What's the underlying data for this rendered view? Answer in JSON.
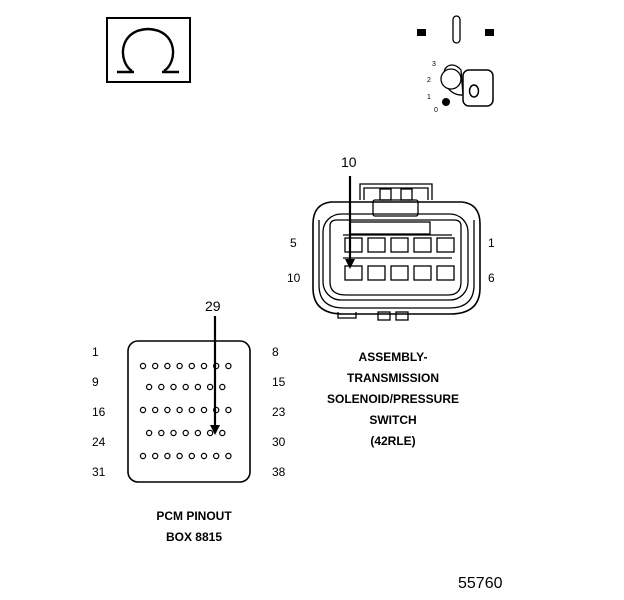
{
  "ground_symbol": {
    "icon": "omega-ground-icon"
  },
  "ignition": {
    "icon": "ignition-key-icon",
    "positions": [
      "3",
      "2",
      "1",
      "0"
    ]
  },
  "solenoid_connector": {
    "callout": "10",
    "pin_labels": {
      "top_left": "5",
      "top_right": "1",
      "bottom_left": "10",
      "bottom_right": "6"
    },
    "caption": [
      "ASSEMBLY-",
      "TRANSMISSION",
      "SOLENOID/PRESSURE",
      "SWITCH",
      "(42RLE)"
    ]
  },
  "pcm_connector": {
    "callout": "29",
    "row_labels": [
      {
        "left": "1",
        "right": "8"
      },
      {
        "left": "9",
        "right": "15"
      },
      {
        "left": "16",
        "right": "23"
      },
      {
        "left": "24",
        "right": "30"
      },
      {
        "left": "31",
        "right": "38"
      }
    ],
    "row_pin_counts": [
      8,
      7,
      8,
      7,
      8
    ],
    "caption": [
      "PCM PINOUT",
      "BOX 8815"
    ]
  },
  "figure_number": "55760"
}
